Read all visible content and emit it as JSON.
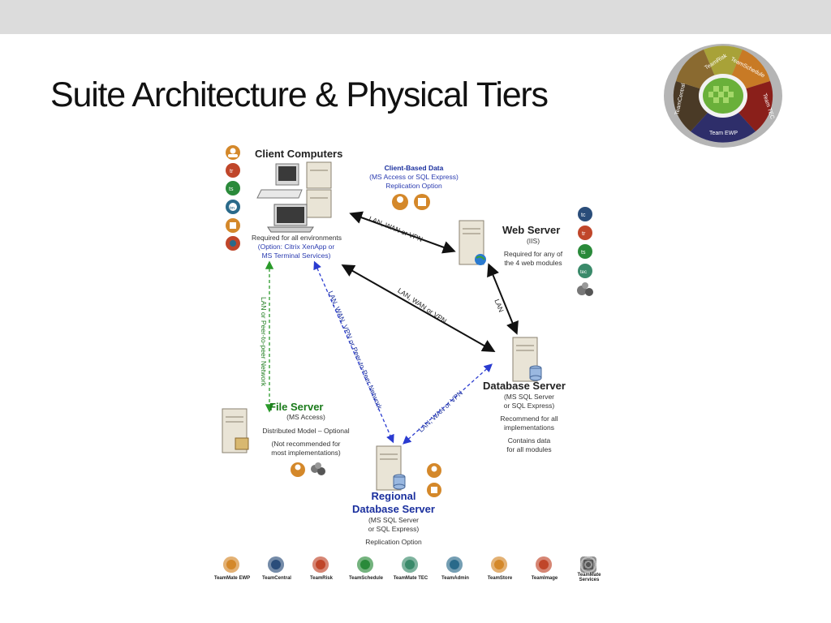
{
  "slide": {
    "title": "Suite Architecture & Physical Tiers"
  },
  "logo": {
    "segments": [
      "TeamRisk",
      "TeamSchedule",
      "Team TEC",
      "Team EWP",
      "TeamCentral"
    ]
  },
  "client": {
    "title": "Client Computers",
    "note_line1": "Required for all environments",
    "note_line2": "(Option: Citrix XenApp or",
    "note_line3": "MS Terminal Services)"
  },
  "client_data": {
    "title": "Client-Based Data",
    "line1": "(MS Access or SQL Express)",
    "line2": "Replication Option"
  },
  "web_server": {
    "title": "Web Server",
    "line1": "(IIS)",
    "line2": "Required for any of",
    "line3": "the 4 web modules"
  },
  "db_server": {
    "title": "Database Server",
    "line1": "(MS SQL Server",
    "line2": "or SQL Express)",
    "line3": "Recommend for all",
    "line4": "implementations",
    "line5": "Contains data",
    "line6": "for all modules"
  },
  "file_server": {
    "title": "File Server",
    "line1": "(MS Access)",
    "line2": "Distributed Model – Optional",
    "line3": "(Not recommended for",
    "line4": "most implementations)"
  },
  "regional": {
    "title1": "Regional",
    "title2": "Database Server",
    "line1": "(MS SQL Server",
    "line2": "or SQL Express)",
    "line3": "Replication Option"
  },
  "arrows": {
    "client_web": "LAN, WAN or VPN",
    "client_db": "LAN, WAN or VPN",
    "web_db": "LAN",
    "client_file": "LAN or Peer-to-peer Network",
    "client_regional": "LAN, WAN, VPN or Peer-to-Peer Network",
    "regional_db": "LAN, WAN or VPN"
  },
  "legend": [
    {
      "label": "TeamMate EWP",
      "icon": "ewp",
      "color": "#d4882a"
    },
    {
      "label": "TeamCentral",
      "icon": "tc",
      "color": "#2a4d7a"
    },
    {
      "label": "TeamRisk",
      "icon": "tr",
      "color": "#c0462a"
    },
    {
      "label": "TeamSchedule",
      "icon": "ts",
      "color": "#2a8a3a"
    },
    {
      "label": "TeamMate TEC",
      "icon": "tec",
      "color": "#3a8a6a"
    },
    {
      "label": "TeamAdmin",
      "icon": "tm",
      "color": "#2a6a8a"
    },
    {
      "label": "TeamStore",
      "icon": "store",
      "color": "#d4882a"
    },
    {
      "label": "TeamImage",
      "icon": "image",
      "color": "#c0462a"
    },
    {
      "label": "TeamMate Services",
      "icon": "gears",
      "color": "#666666"
    }
  ],
  "colors": {
    "topbar": "#dcdcdc",
    "arrow_black": "#111111",
    "arrow_blue": "#2a3bd0",
    "arrow_green": "#2a9a2a"
  }
}
